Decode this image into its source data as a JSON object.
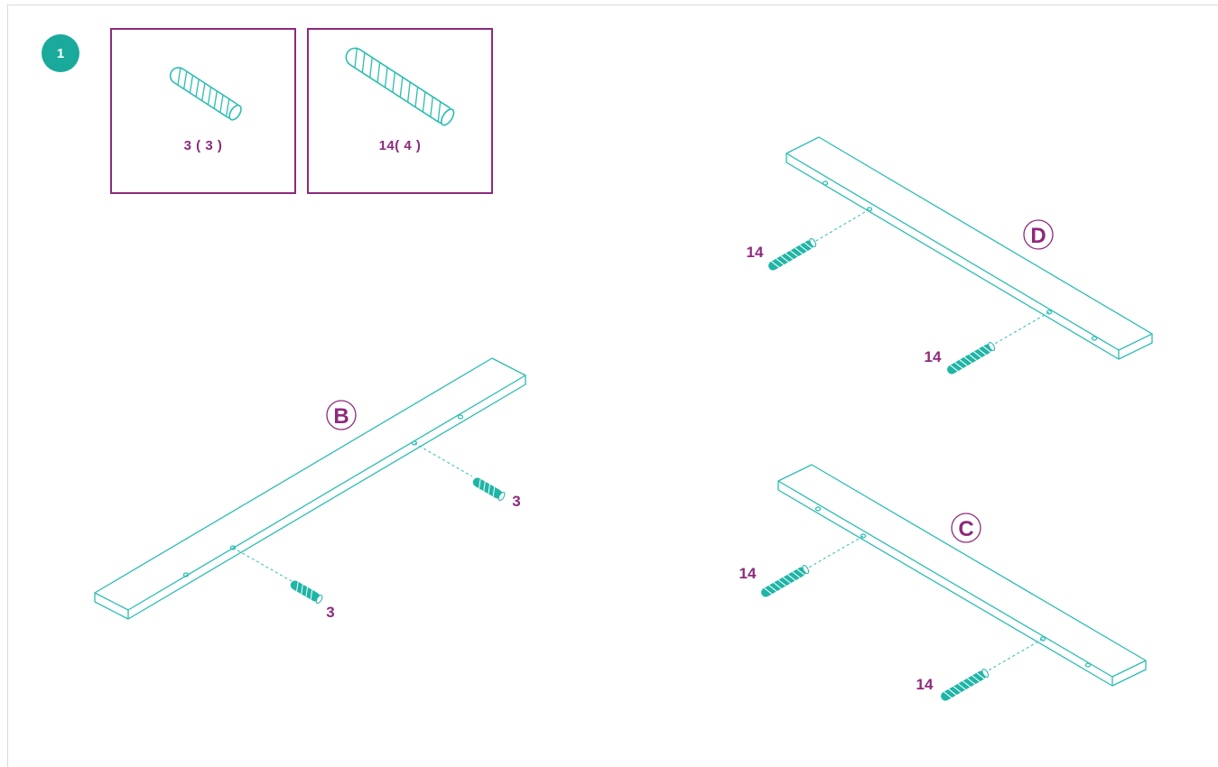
{
  "step": {
    "number": "1"
  },
  "parts": {
    "small_dowel": {
      "label": "3 ( 3 )"
    },
    "large_dowel": {
      "label": "14( 4 )"
    }
  },
  "assemblies": {
    "rail_b": {
      "letter": "B",
      "dowel_labels": [
        "3",
        "3"
      ]
    },
    "rail_d": {
      "letter": "D",
      "dowel_labels": [
        "14",
        "14"
      ]
    },
    "rail_c": {
      "letter": "C",
      "dowel_labels": [
        "14",
        "14"
      ]
    }
  },
  "colors": {
    "accent_teal": "#1fb5a6",
    "line_teal": "#2bbdb0",
    "label_purple": "#8e2a7c",
    "badge_teal": "#1aaa9c"
  }
}
